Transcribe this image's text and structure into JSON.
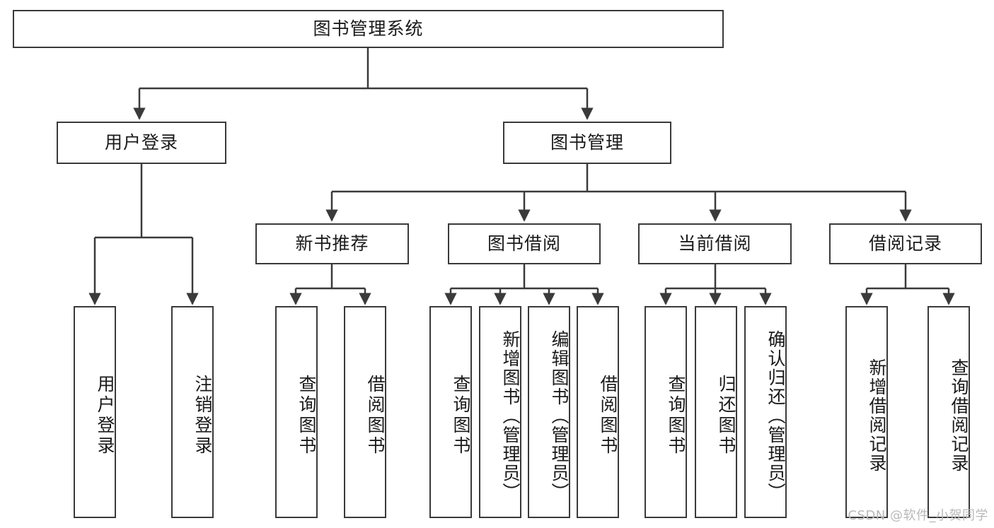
{
  "diagram": {
    "type": "tree-hierarchy",
    "title": "图书管理系统",
    "watermark": "CSDN @软件_小贺同学",
    "colors": {
      "stroke": "#3a3a3a",
      "fill": "#ffffff",
      "text": "#1a1a1a",
      "watermark": "#b9b9b9"
    },
    "nodes": {
      "root": {
        "label": "图书管理系统"
      },
      "level2": [
        {
          "id": "user-login",
          "label": "用户登录"
        },
        {
          "id": "book-management",
          "label": "图书管理"
        }
      ],
      "level3": [
        {
          "id": "new-book-recommend",
          "label": "新书推荐"
        },
        {
          "id": "book-borrow",
          "label": "图书借阅"
        },
        {
          "id": "current-borrow",
          "label": "当前借阅"
        },
        {
          "id": "borrow-record",
          "label": "借阅记录"
        }
      ],
      "leaves": {
        "user-login": [
          {
            "id": "leaf-user-login",
            "label": "用户登录"
          },
          {
            "id": "leaf-logout",
            "label": "注销登录"
          }
        ],
        "new-book-recommend": [
          {
            "id": "leaf-query-book-1",
            "label": "查询图书"
          },
          {
            "id": "leaf-borrow-book-1",
            "label": "借阅图书"
          }
        ],
        "book-borrow": [
          {
            "id": "leaf-query-book-2",
            "label": "查询图书"
          },
          {
            "id": "leaf-add-book",
            "label": "新增图书（管理员）"
          },
          {
            "id": "leaf-edit-book",
            "label": "编辑图书（管理员）"
          },
          {
            "id": "leaf-borrow-book-2",
            "label": "借阅图书"
          }
        ],
        "current-borrow": [
          {
            "id": "leaf-query-book-3",
            "label": "查询图书"
          },
          {
            "id": "leaf-return-book",
            "label": "归还图书"
          },
          {
            "id": "leaf-confirm-return",
            "label": "确认归还（管理员）"
          }
        ],
        "borrow-record": [
          {
            "id": "leaf-add-record",
            "label": "新增借阅记录"
          },
          {
            "id": "leaf-query-record",
            "label": "查询借阅记录"
          }
        ]
      }
    },
    "edges": [
      {
        "from": "图书管理系统",
        "to": "用户登录"
      },
      {
        "from": "图书管理系统",
        "to": "图书管理"
      },
      {
        "from": "用户登录",
        "to": "用户登录"
      },
      {
        "from": "用户登录",
        "to": "注销登录"
      },
      {
        "from": "图书管理",
        "to": "新书推荐"
      },
      {
        "from": "图书管理",
        "to": "图书借阅"
      },
      {
        "from": "图书管理",
        "to": "当前借阅"
      },
      {
        "from": "图书管理",
        "to": "借阅记录"
      },
      {
        "from": "新书推荐",
        "to": "查询图书"
      },
      {
        "from": "新书推荐",
        "to": "借阅图书"
      },
      {
        "from": "图书借阅",
        "to": "查询图书"
      },
      {
        "from": "图书借阅",
        "to": "新增图书（管理员）"
      },
      {
        "from": "图书借阅",
        "to": "编辑图书（管理员）"
      },
      {
        "from": "图书借阅",
        "to": "借阅图书"
      },
      {
        "from": "当前借阅",
        "to": "查询图书"
      },
      {
        "from": "当前借阅",
        "to": "归还图书"
      },
      {
        "from": "当前借阅",
        "to": "确认归还（管理员）"
      },
      {
        "from": "借阅记录",
        "to": "新增借阅记录"
      },
      {
        "from": "借阅记录",
        "to": "查询借阅记录"
      }
    ]
  }
}
